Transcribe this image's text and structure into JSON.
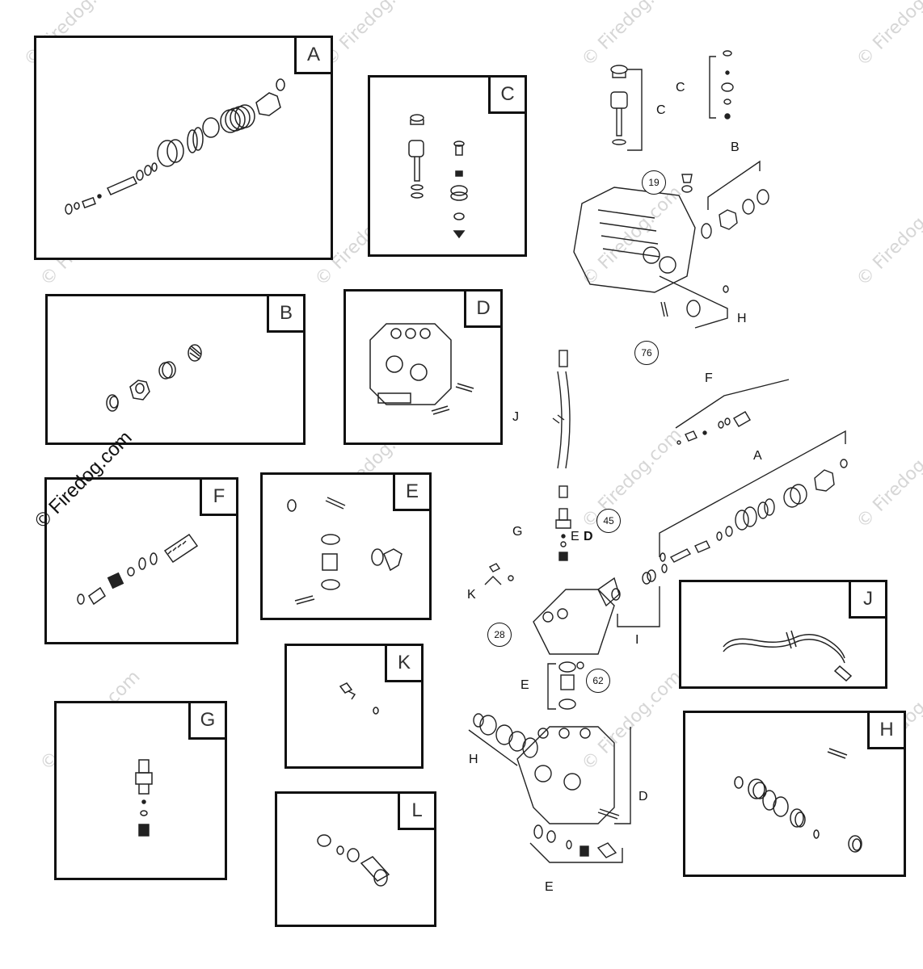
{
  "watermark": "© Firedog.com",
  "copyright_text": "© Firedog.com",
  "panels": [
    {
      "letter": "A"
    },
    {
      "letter": "B"
    },
    {
      "letter": "C"
    },
    {
      "letter": "D"
    },
    {
      "letter": "E"
    },
    {
      "letter": "F"
    },
    {
      "letter": "G"
    },
    {
      "letter": "H"
    },
    {
      "letter": "J"
    },
    {
      "letter": "K"
    },
    {
      "letter": "L"
    }
  ],
  "callouts": {
    "c1": "C",
    "c2": "C",
    "b": "B",
    "h": "H",
    "j": "J",
    "f": "F",
    "a": "A",
    "g": "G",
    "ed": "E",
    "d_small": "D",
    "k": "K",
    "i": "I",
    "e": "E",
    "h2": "H",
    "d": "D",
    "e2": "E"
  },
  "circles": {
    "n19": "19",
    "n76": "76",
    "n45": "45",
    "n28": "28",
    "n62": "62"
  }
}
